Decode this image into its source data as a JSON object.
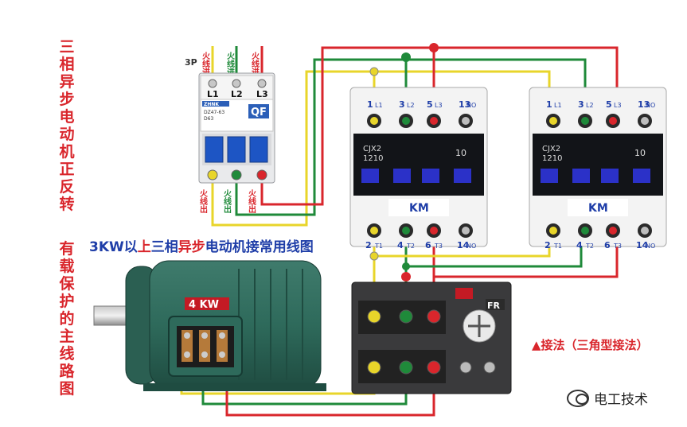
{
  "title_vertical_1": [
    "三",
    "相",
    "异",
    "步",
    "电",
    "动",
    "机",
    "正",
    "反",
    "转"
  ],
  "title_vertical_2": [
    "有",
    "载",
    "保",
    "护",
    "的",
    "主",
    "线",
    "路",
    "图"
  ],
  "subtitle": {
    "part1": "3KW以",
    "part2": "上",
    "part3": "三相",
    "part4": "异步",
    "part5": "电动机接常用线图"
  },
  "note": "▲接法（三角型接法）",
  "watermark": "电工技术",
  "breaker": {
    "pole_label": "3P",
    "name": "QF",
    "brand": "ZHNK",
    "model": "DZ47-63",
    "rating": "D63",
    "in_labels": [
      "火线进",
      "火线进",
      "火线进"
    ],
    "out_labels": [
      "火线出",
      "火线出",
      "火线出"
    ],
    "terminals": [
      "L1",
      "L2",
      "L3"
    ]
  },
  "contactors": [
    {
      "name": "KM",
      "model_line1": "CJX2",
      "model_line2": "1210",
      "aux": "10",
      "top_nums": [
        "1",
        "3",
        "5",
        "13"
      ],
      "top_subs": [
        "L1",
        "L2",
        "L3",
        "NO"
      ],
      "bot_nums": [
        "2",
        "4",
        "6",
        "14"
      ],
      "bot_subs": [
        "T1",
        "T2",
        "T3",
        "NO"
      ]
    },
    {
      "name": "KM",
      "model_line1": "CJX2",
      "model_line2": "1210",
      "aux": "10",
      "top_nums": [
        "1",
        "3",
        "5",
        "13"
      ],
      "top_subs": [
        "L1",
        "L2",
        "L3",
        "NO"
      ],
      "bot_nums": [
        "2",
        "4",
        "6",
        "14"
      ],
      "bot_subs": [
        "T1",
        "T2",
        "T3",
        "NO"
      ]
    }
  ],
  "relay": {
    "name": "FR"
  },
  "motor": {
    "rating": "4 KW"
  },
  "colors": {
    "phase1": "#e8d52a",
    "phase2": "#1f8a3a",
    "phase3": "#d9262c"
  }
}
